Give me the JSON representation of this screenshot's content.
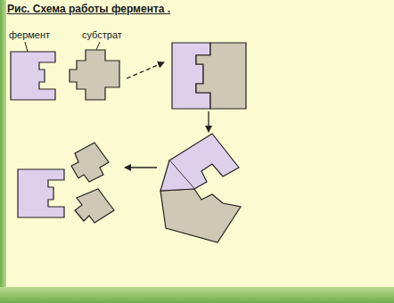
{
  "diagram": {
    "title": "Рис. Схема работы фермента .",
    "labels": [
      "фермент",
      "субстрат"
    ]
  }
}
